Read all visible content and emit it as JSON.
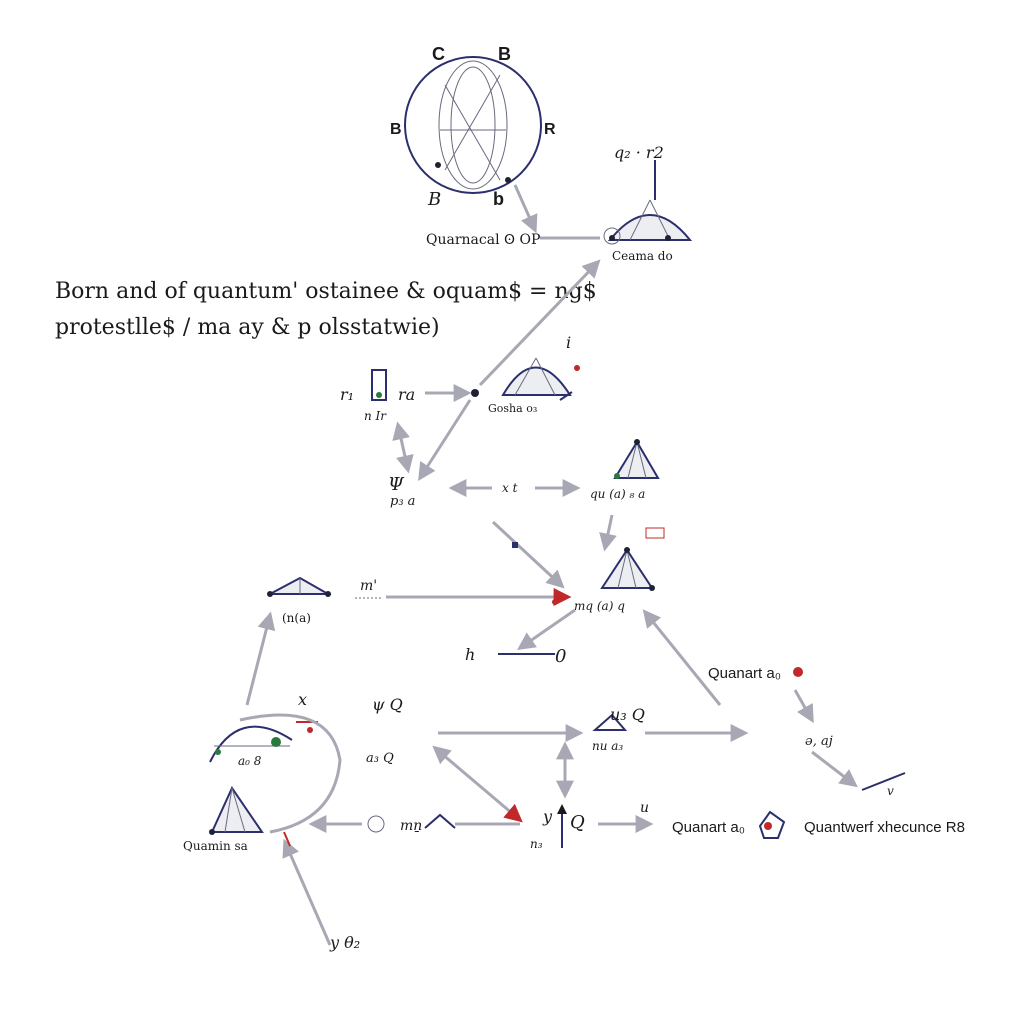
{
  "caption": {
    "line1": "Born and of quantum' ostainee & oquam$ = ng$",
    "line2": "protestlle$ / ma ay & p olsstatwie)"
  },
  "circle_labels": {
    "top_left": "C",
    "top_right": "B",
    "left": "B",
    "right": "R",
    "bottom_left": "B",
    "bottom_right": "b"
  },
  "labels": {
    "qcorner": "q₂ · r2",
    "quarnacal": "Quarnacal Ꙩ OP",
    "ceamado": "Ceama do",
    "i_label": "i",
    "left_r": "r₁",
    "left_ra": "ra",
    "left_nr": "n Ir",
    "gosha": "Gosha o₃",
    "psq": "Ψ",
    "pa": "p₃ a",
    "mid_xt": "x t",
    "midright_label": "qu (a) ₈ a",
    "tri_a_label": "(n(a)",
    "tri_a_m": "m'",
    "mq": "mq (a) q",
    "h_zero": "h",
    "zero": "0",
    "quarat_a": "Quanart a₀",
    "small_eq": "ə, aj",
    "small_v": "v",
    "x_red": "x",
    "psi_center": "ψ Q",
    "aq_small": "a₃ Q",
    "ul_center": "u₃ Q",
    "ul_center2": "nu a₃",
    "lower_left_a": "a₀ 8",
    "y_up": "y",
    "q_up": "Q",
    "n_sub": "n₃",
    "u_lower": "u",
    "quarnart_a_lower": "Quanart a₀",
    "quantum_sequence": "Quantwerf xhecunce R8",
    "mnt": "mṉ",
    "quamin": "Quamin sa",
    "psi_bottom": "y θ₂"
  }
}
